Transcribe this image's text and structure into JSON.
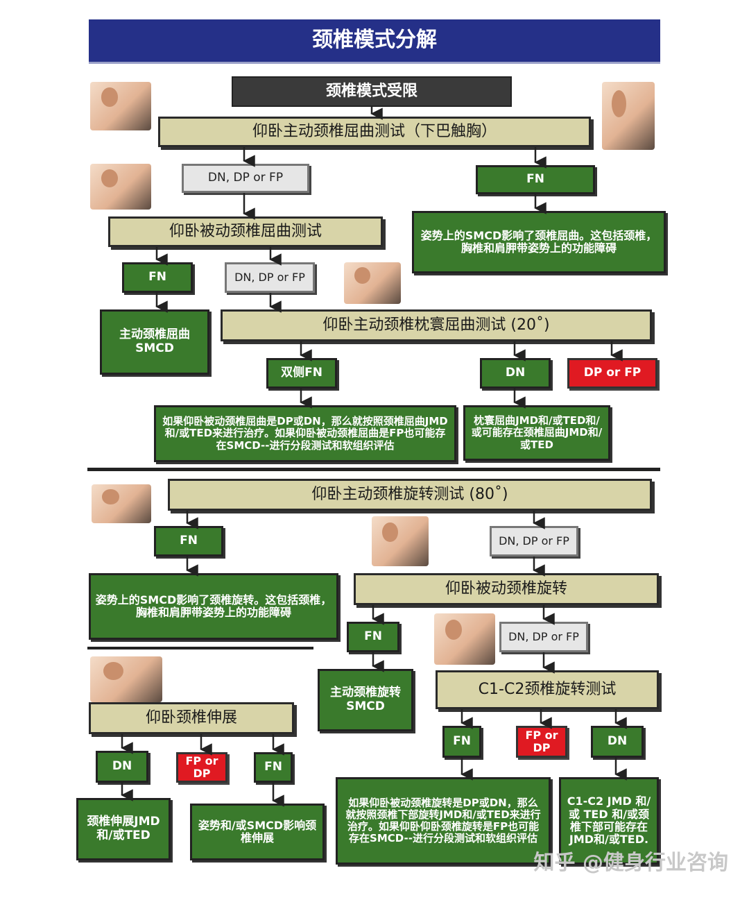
{
  "title": "颈椎模式分解",
  "sub_title": "颈椎模式受限",
  "nodes": {
    "n1": "仰卧主动颈椎屈曲测试（下巴触胸）",
    "n2": "DN, DP or FP",
    "n3": "FN",
    "n4": "仰卧被动颈椎屈曲测试",
    "n5": "姿势上的SMCD影响了颈椎屈曲。这包括颈椎，胸椎和肩胛带姿势上的功能障碍",
    "n6": "FN",
    "n7": "DN, DP or FP",
    "n8": "主动颈椎屈曲 SMCD",
    "n9": "仰卧主动颈椎枕寰屈曲测试 (20˚)",
    "n10": "双侧FN",
    "n11": "DN",
    "n12": "DP or FP",
    "n13": "如果仰卧被动颈椎屈曲是DP或DN，那么就按照颈椎屈曲JMD和/或TED来进行治疗。如果仰卧被动颈椎屈曲是FP也可能存在SMCD--进行分段测试和软组织评估",
    "n14": "枕寰屈曲JMD和/或TED和/或可能存在颈椎屈曲JMD和/或TED",
    "n15": "仰卧主动颈椎旋转测试 (80˚)",
    "n16": "FN",
    "n17": "DN, DP or FP",
    "n18": "姿势上的SMCD影响了颈椎旋转。这包括颈椎，胸椎和肩胛带姿势上的功能障碍",
    "n19": "仰卧被动颈椎旋转",
    "n20": "FN",
    "n21": "DN, DP or FP",
    "n22": "主动颈椎旋转 SMCD",
    "n23": "C1-C2颈椎旋转测试",
    "n24": "仰卧颈椎伸展",
    "n25": "DN",
    "n26": "FP or DP",
    "n27": "FN",
    "n28": "颈椎伸展JMD 和/或TED",
    "n29": "姿势和/或SMCD影响颈椎伸展",
    "n30": "FN",
    "n31": "FP or DP",
    "n32": "DN",
    "n33": "如果仰卧被动颈椎旋转是DP或DN，那么就按照颈椎下部旋转JMD和/或TED来进行治疗。如果仰卧仰卧颈椎旋转是FP也可能存在SMCD--进行分段测试和软组织评估",
    "n34": "C1-C2 JMD 和/或 TED 和/或颈椎下部可能存在JMD和/或TED."
  },
  "watermark": "知乎 @健身行业咨询",
  "colors": {
    "title_bar": "#253088",
    "tan": "#d8d4a8",
    "green": "#3a7a2c",
    "red": "#e01a22",
    "gray": "#e6e6e6"
  }
}
